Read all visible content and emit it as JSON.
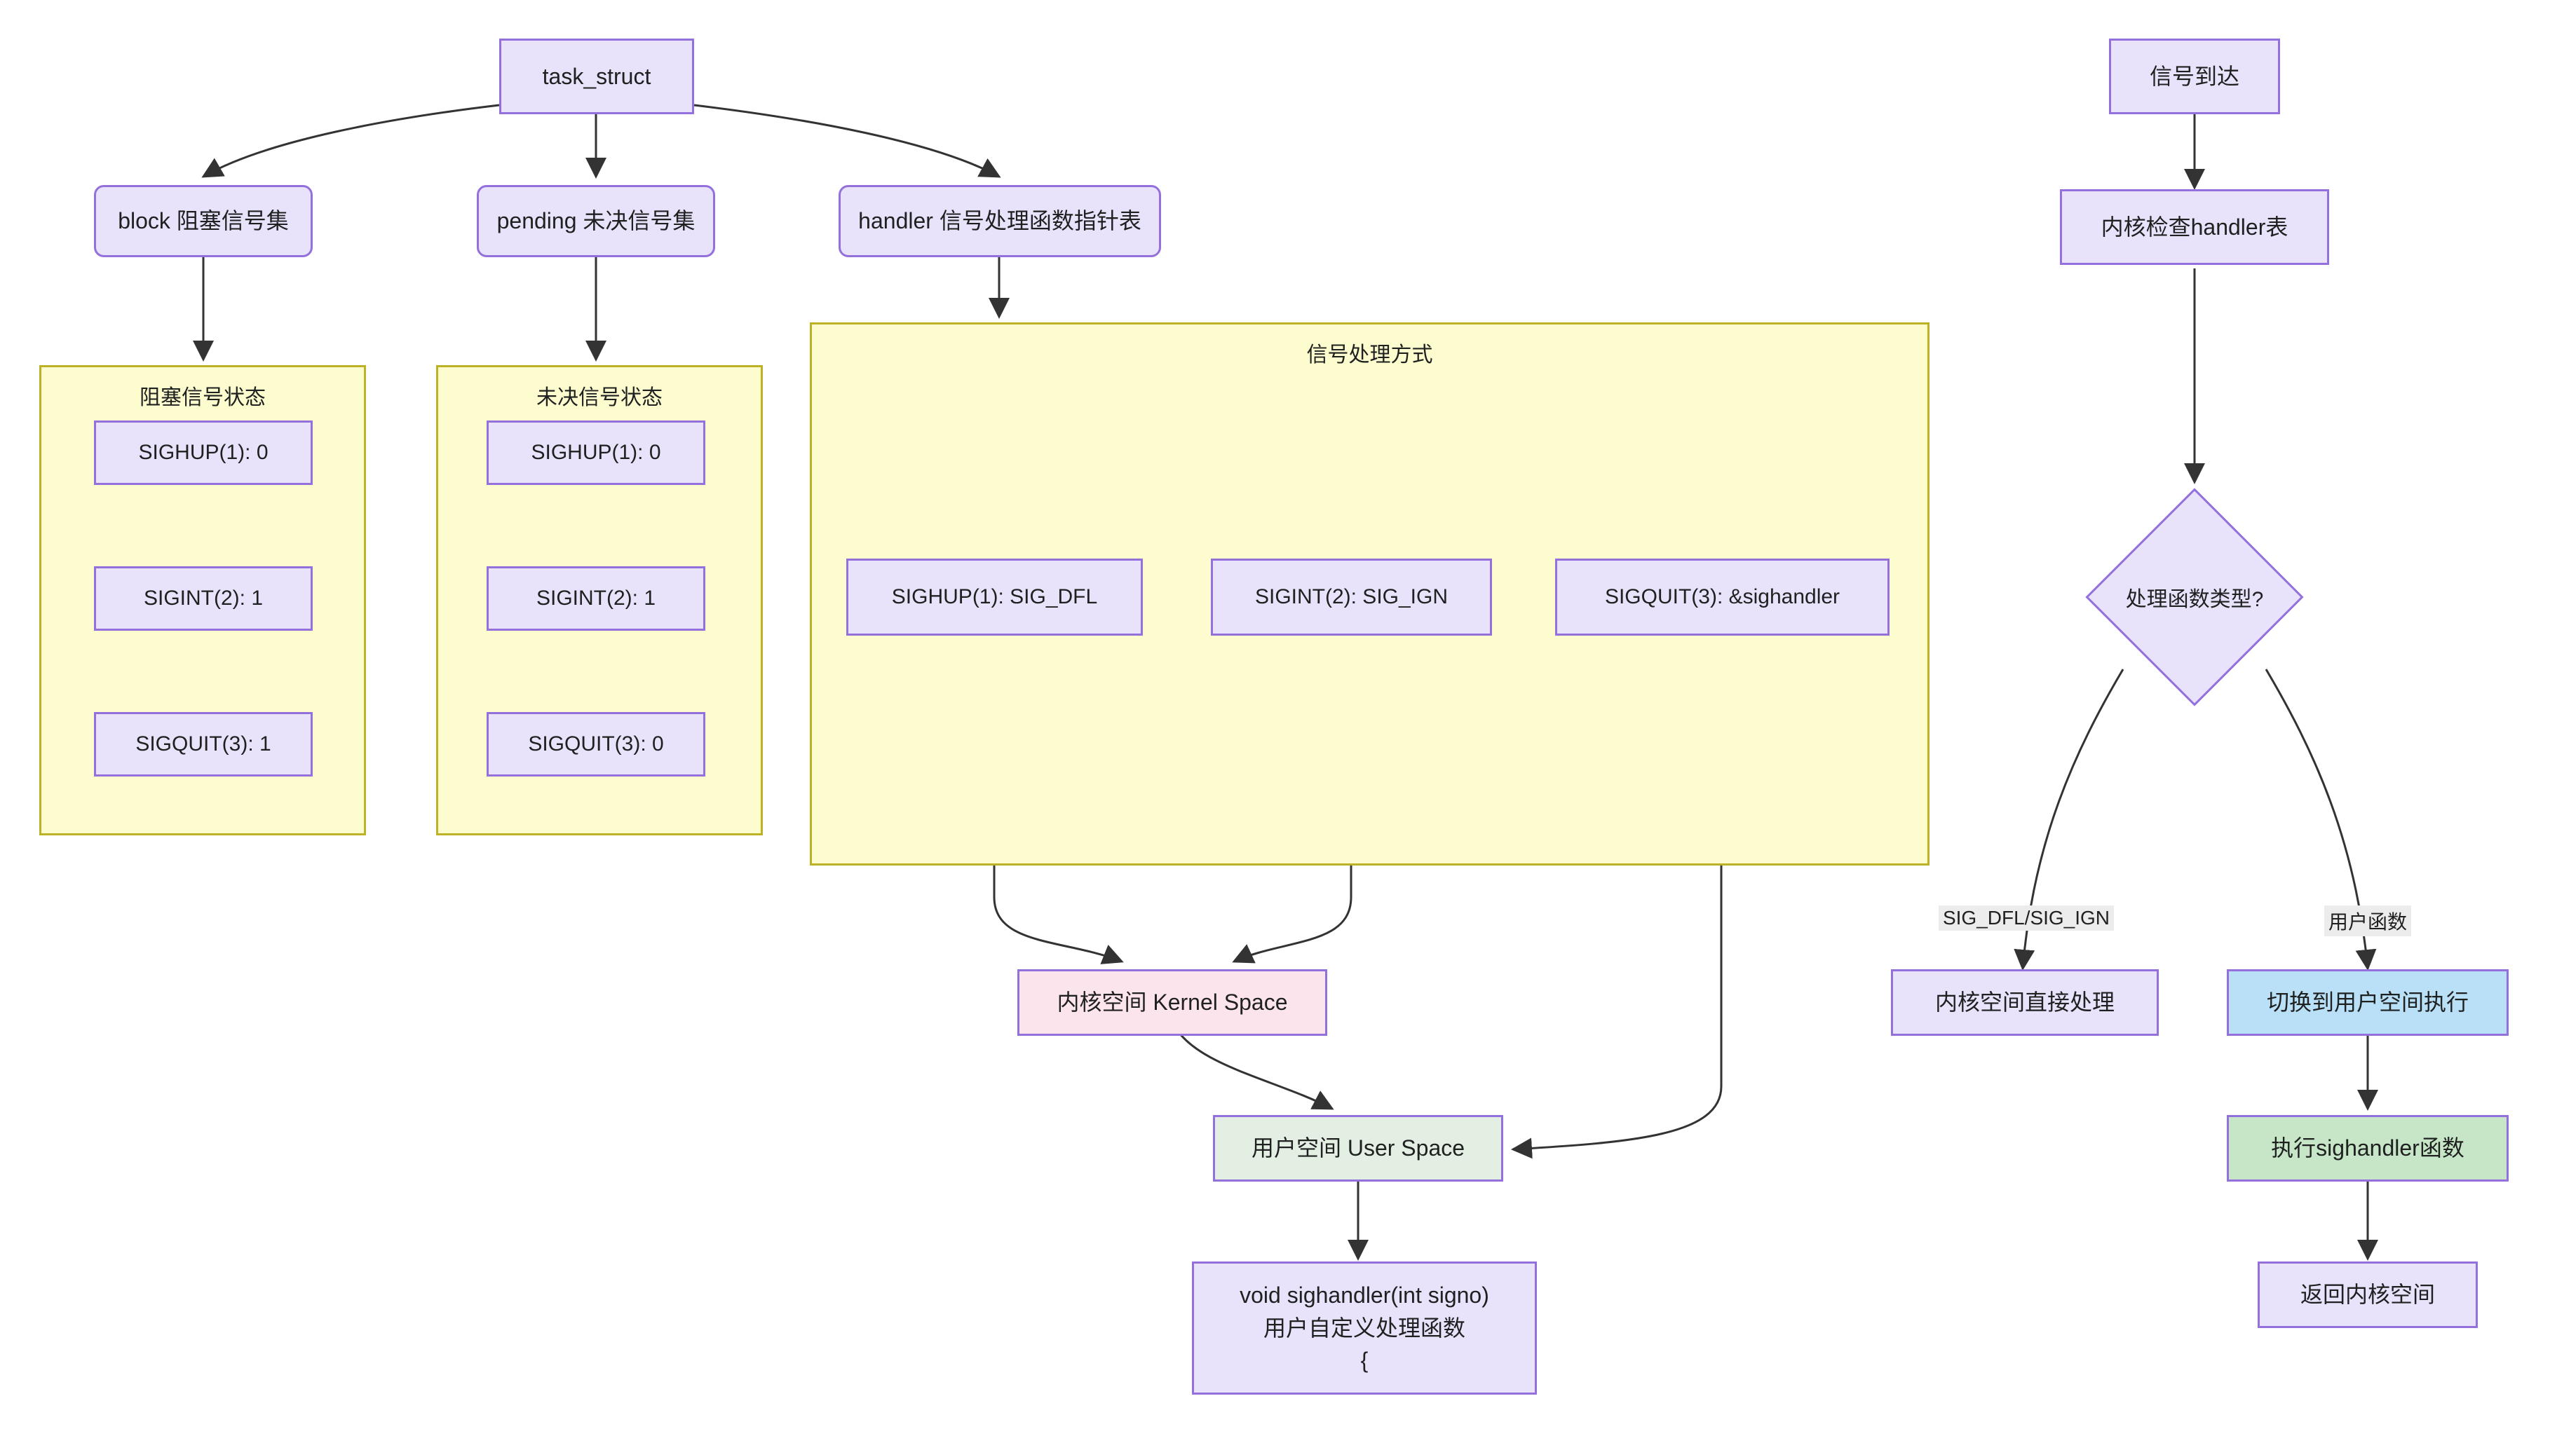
{
  "diagram": {
    "title": "Linux signal handling flowchart",
    "colors": {
      "node_fill": "#e8e3fb",
      "node_stroke": "#9370db",
      "cluster_fill": "#fdfcce",
      "cluster_stroke": "#bdb125",
      "kernel_fill": "#fce4ec",
      "userspace_fill": "#e3efe3",
      "blue_fill": "#b9e0f7",
      "green_fill": "#c7e6c7",
      "edge_stroke": "#333333",
      "edge_label_bg": "#ececec"
    }
  },
  "nodes": {
    "task_struct": "task_struct",
    "block_set": "block 阻塞信号集",
    "pending_set": "pending 未决信号集",
    "handler_table": "handler 信号处理函数指针表",
    "signal_arrive": "信号到达",
    "kernel_check": "内核检查handler表",
    "decision": "处理函数类型?",
    "kernel_direct": "内核空间直接处理",
    "switch_user": "切换到用户空间执行",
    "exec_sighandler": "执行sighandler函数",
    "return_kernel": "返回内核空间",
    "kernel_space": "内核空间 Kernel Space",
    "user_space": "用户空间 User Space",
    "sighandler_body_line1": "void sighandler(int signo)",
    "sighandler_body_line2": "用户自定义处理函数",
    "sighandler_body_line3": "{"
  },
  "clusters": {
    "blocked": {
      "title": "阻塞信号状态",
      "items": [
        "SIGHUP(1): 0",
        "SIGINT(2): 1",
        "SIGQUIT(3): 1"
      ]
    },
    "pending": {
      "title": "未决信号状态",
      "items": [
        "SIGHUP(1): 0",
        "SIGINT(2): 1",
        "SIGQUIT(3): 0"
      ]
    },
    "handling": {
      "title": "信号处理方式",
      "items": [
        "SIGHUP(1): SIG_DFL",
        "SIGINT(2): SIG_IGN",
        "SIGQUIT(3): &sighandler"
      ]
    }
  },
  "edge_labels": {
    "default_ignore": "SIG_DFL/SIG_IGN",
    "user_function": "用户函数"
  }
}
